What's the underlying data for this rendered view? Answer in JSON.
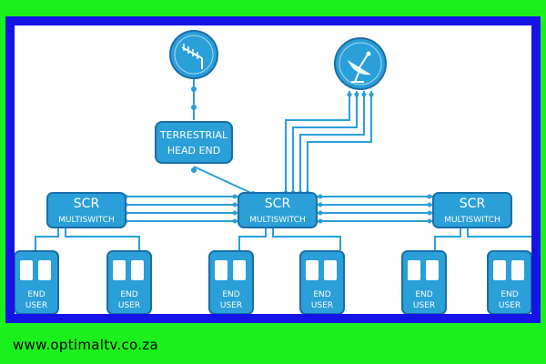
{
  "colors": {
    "background": "#1cf01c",
    "frame": "#1414e6",
    "canvas": "#ffffff",
    "box": "#2a9fd8",
    "box_edge": "#1a6ea8",
    "line": "#2a9fd8"
  },
  "icons": {
    "terrestrial_antenna": "terrestrial-antenna-icon",
    "satellite_dish": "satellite-dish-icon",
    "end_user_device": "set-top-box-icon"
  },
  "diagram": {
    "head_end": {
      "line1": "TERRESTRIAL",
      "line2": "HEAD END"
    },
    "switches": [
      {
        "line1": "SCR",
        "line2": "MULTISWITCH"
      },
      {
        "line1": "SCR",
        "line2": "MULTISWITCH"
      },
      {
        "line1": "SCR",
        "line2": "MULTISWITCH"
      }
    ],
    "end_users": [
      {
        "line1": "END",
        "line2": "USER"
      },
      {
        "line1": "END",
        "line2": "USER"
      },
      {
        "line1": "END",
        "line2": "USER"
      },
      {
        "line1": "END",
        "line2": "USER"
      },
      {
        "line1": "END",
        "line2": "USER"
      },
      {
        "line1": "END",
        "line2": "USER"
      }
    ]
  },
  "footer": {
    "website": "www.optimaltv.co.za"
  }
}
